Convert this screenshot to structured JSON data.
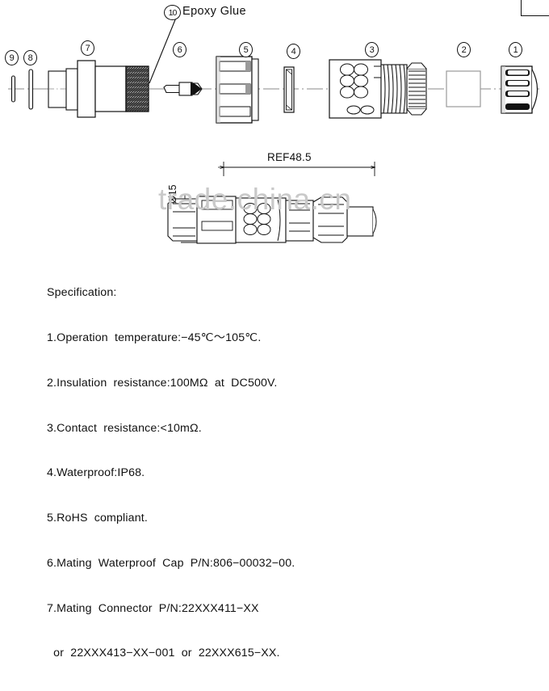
{
  "drawing": {
    "title_label": "Epoxy Glue",
    "watermark": "trade.china.cn",
    "callouts": [
      {
        "id": "callout-9",
        "label": "⑨",
        "text": "9"
      },
      {
        "id": "callout-8",
        "label": "⑧",
        "text": "8"
      },
      {
        "id": "callout-7",
        "label": "⑦",
        "text": "7"
      },
      {
        "id": "callout-10",
        "label": "⑩",
        "text": "10"
      },
      {
        "id": "callout-6",
        "label": "⑥",
        "text": "6"
      },
      {
        "id": "callout-5",
        "label": "⑤",
        "text": "5"
      },
      {
        "id": "callout-4",
        "label": "④",
        "text": "4"
      },
      {
        "id": "callout-3",
        "label": "③",
        "text": "3"
      },
      {
        "id": "callout-2",
        "label": "②",
        "text": "2"
      },
      {
        "id": "callout-1",
        "label": "①",
        "text": "1"
      }
    ],
    "callout_numbers": {
      "n1": "1",
      "n2": "2",
      "n3": "3",
      "n4": "4",
      "n5": "5",
      "n6": "6",
      "n7": "7",
      "n8": "8",
      "n9": "9",
      "n10": "10"
    },
    "dimensions": {
      "overall_length": "REF48.5",
      "diameter": "Ø15"
    }
  },
  "specification": {
    "heading": "Specification:",
    "lines": [
      "1.Operation  temperature:−45℃～105℃.",
      "2.Insulation  resistance:100MΩ  at  DC500V.",
      "3.Contact  resistance:<10mΩ.",
      "4.Waterproof:IP68.",
      "5.RoHS  compliant.",
      "6.Mating  Waterproof  Cap  P/N:806−00032−00.",
      "7.Mating  Connector  P/N:22XXX411−XX",
      "  or  22XXX413−XX−001  or  22XXX615−XX."
    ]
  }
}
